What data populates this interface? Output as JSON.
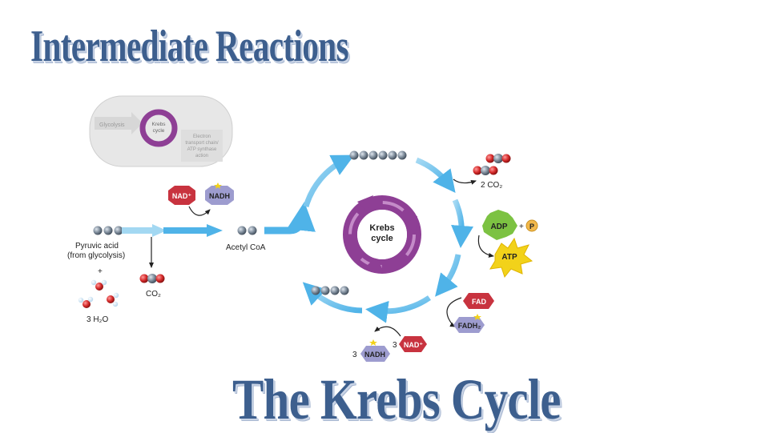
{
  "title_top": "Intermediate Reactions",
  "title_bottom": "The Krebs Cycle",
  "inset": {
    "glycolysis": "Glycolysis",
    "krebs_line1": "Krebs",
    "krebs_line2": "cycle",
    "etc_line1": "Electron",
    "etc_line2": "transport chain/",
    "etc_line3": "ATP synthase",
    "etc_line4": "action"
  },
  "diagram": {
    "pyruvic_line1": "Pyruvic acid",
    "pyruvic_line2": "(from glycolysis)",
    "plus": "+",
    "water": "3 H₂O",
    "co2_single": "CO₂",
    "nad_plus": "NAD⁺",
    "nadh": "NADH",
    "acetyl_coa": "Acetyl CoA",
    "krebs_line1": "Krebs",
    "krebs_line2": "cycle",
    "co2_double": "2 CO₂",
    "adp": "ADP",
    "plus_p": "+",
    "phosphate": "P",
    "atp": "ATP",
    "fad": "FAD",
    "fadh2": "FADH₂",
    "three_a": "3",
    "nadh3": "NADH",
    "three_b": "3",
    "nad3": "NAD⁺"
  },
  "colors": {
    "title": "#3d5f8e",
    "arrow": "#4fb3e8",
    "krebs_purple": "#8e3f95",
    "nad_red": "#c8333f",
    "nadh_lavender": "#9d9ccf",
    "atp_yellow": "#f2d21a",
    "adp_green": "#7cc242"
  }
}
